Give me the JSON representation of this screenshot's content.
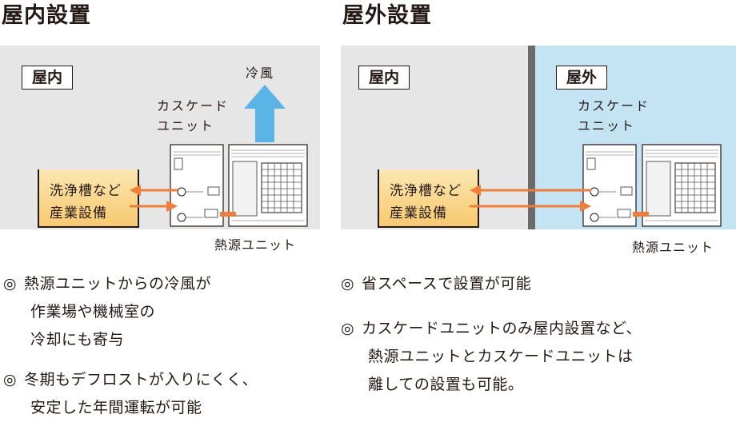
{
  "left": {
    "heading": "屋内設置",
    "room_label": "屋内",
    "cold_air_label": "冷風",
    "cascade_label": [
      "カスケード",
      "ユニット"
    ],
    "tank_lines": [
      "洗浄槽など",
      "産業設備"
    ],
    "heat_source_label": "熱源ユニット",
    "bullets": [
      {
        "mark": "◎",
        "lines": [
          "熱源ユニットからの冷風が",
          "作業場や機械室の",
          "冷却にも寄与"
        ]
      },
      {
        "mark": "◎",
        "lines": [
          "冬期もデフロストが入りにくく、",
          "安定した年間運転が可能"
        ]
      }
    ]
  },
  "right": {
    "heading": "屋外設置",
    "room_label_indoor": "屋内",
    "room_label_outdoor": "屋外",
    "cascade_label": [
      "カスケード",
      "ユニット"
    ],
    "tank_lines": [
      "洗浄槽など",
      "産業設備"
    ],
    "heat_source_label": "熱源ユニット",
    "bullets": [
      {
        "mark": "◎",
        "lines": [
          "省スペースで設置が可能"
        ]
      },
      {
        "mark": "◎",
        "lines": [
          "カスケードユニットのみ屋内設置など、",
          "熱源ユニットとカスケードユニットは",
          "離しての設置も可能。"
        ]
      }
    ]
  },
  "colors": {
    "indoor_bg": "#e6e6e6",
    "outdoor_bg": "#c4e3f3",
    "arrow_orange": "#ee7e3a",
    "cold_air_blue": "#5ab4e6",
    "tank_fill": "#f7c970"
  }
}
